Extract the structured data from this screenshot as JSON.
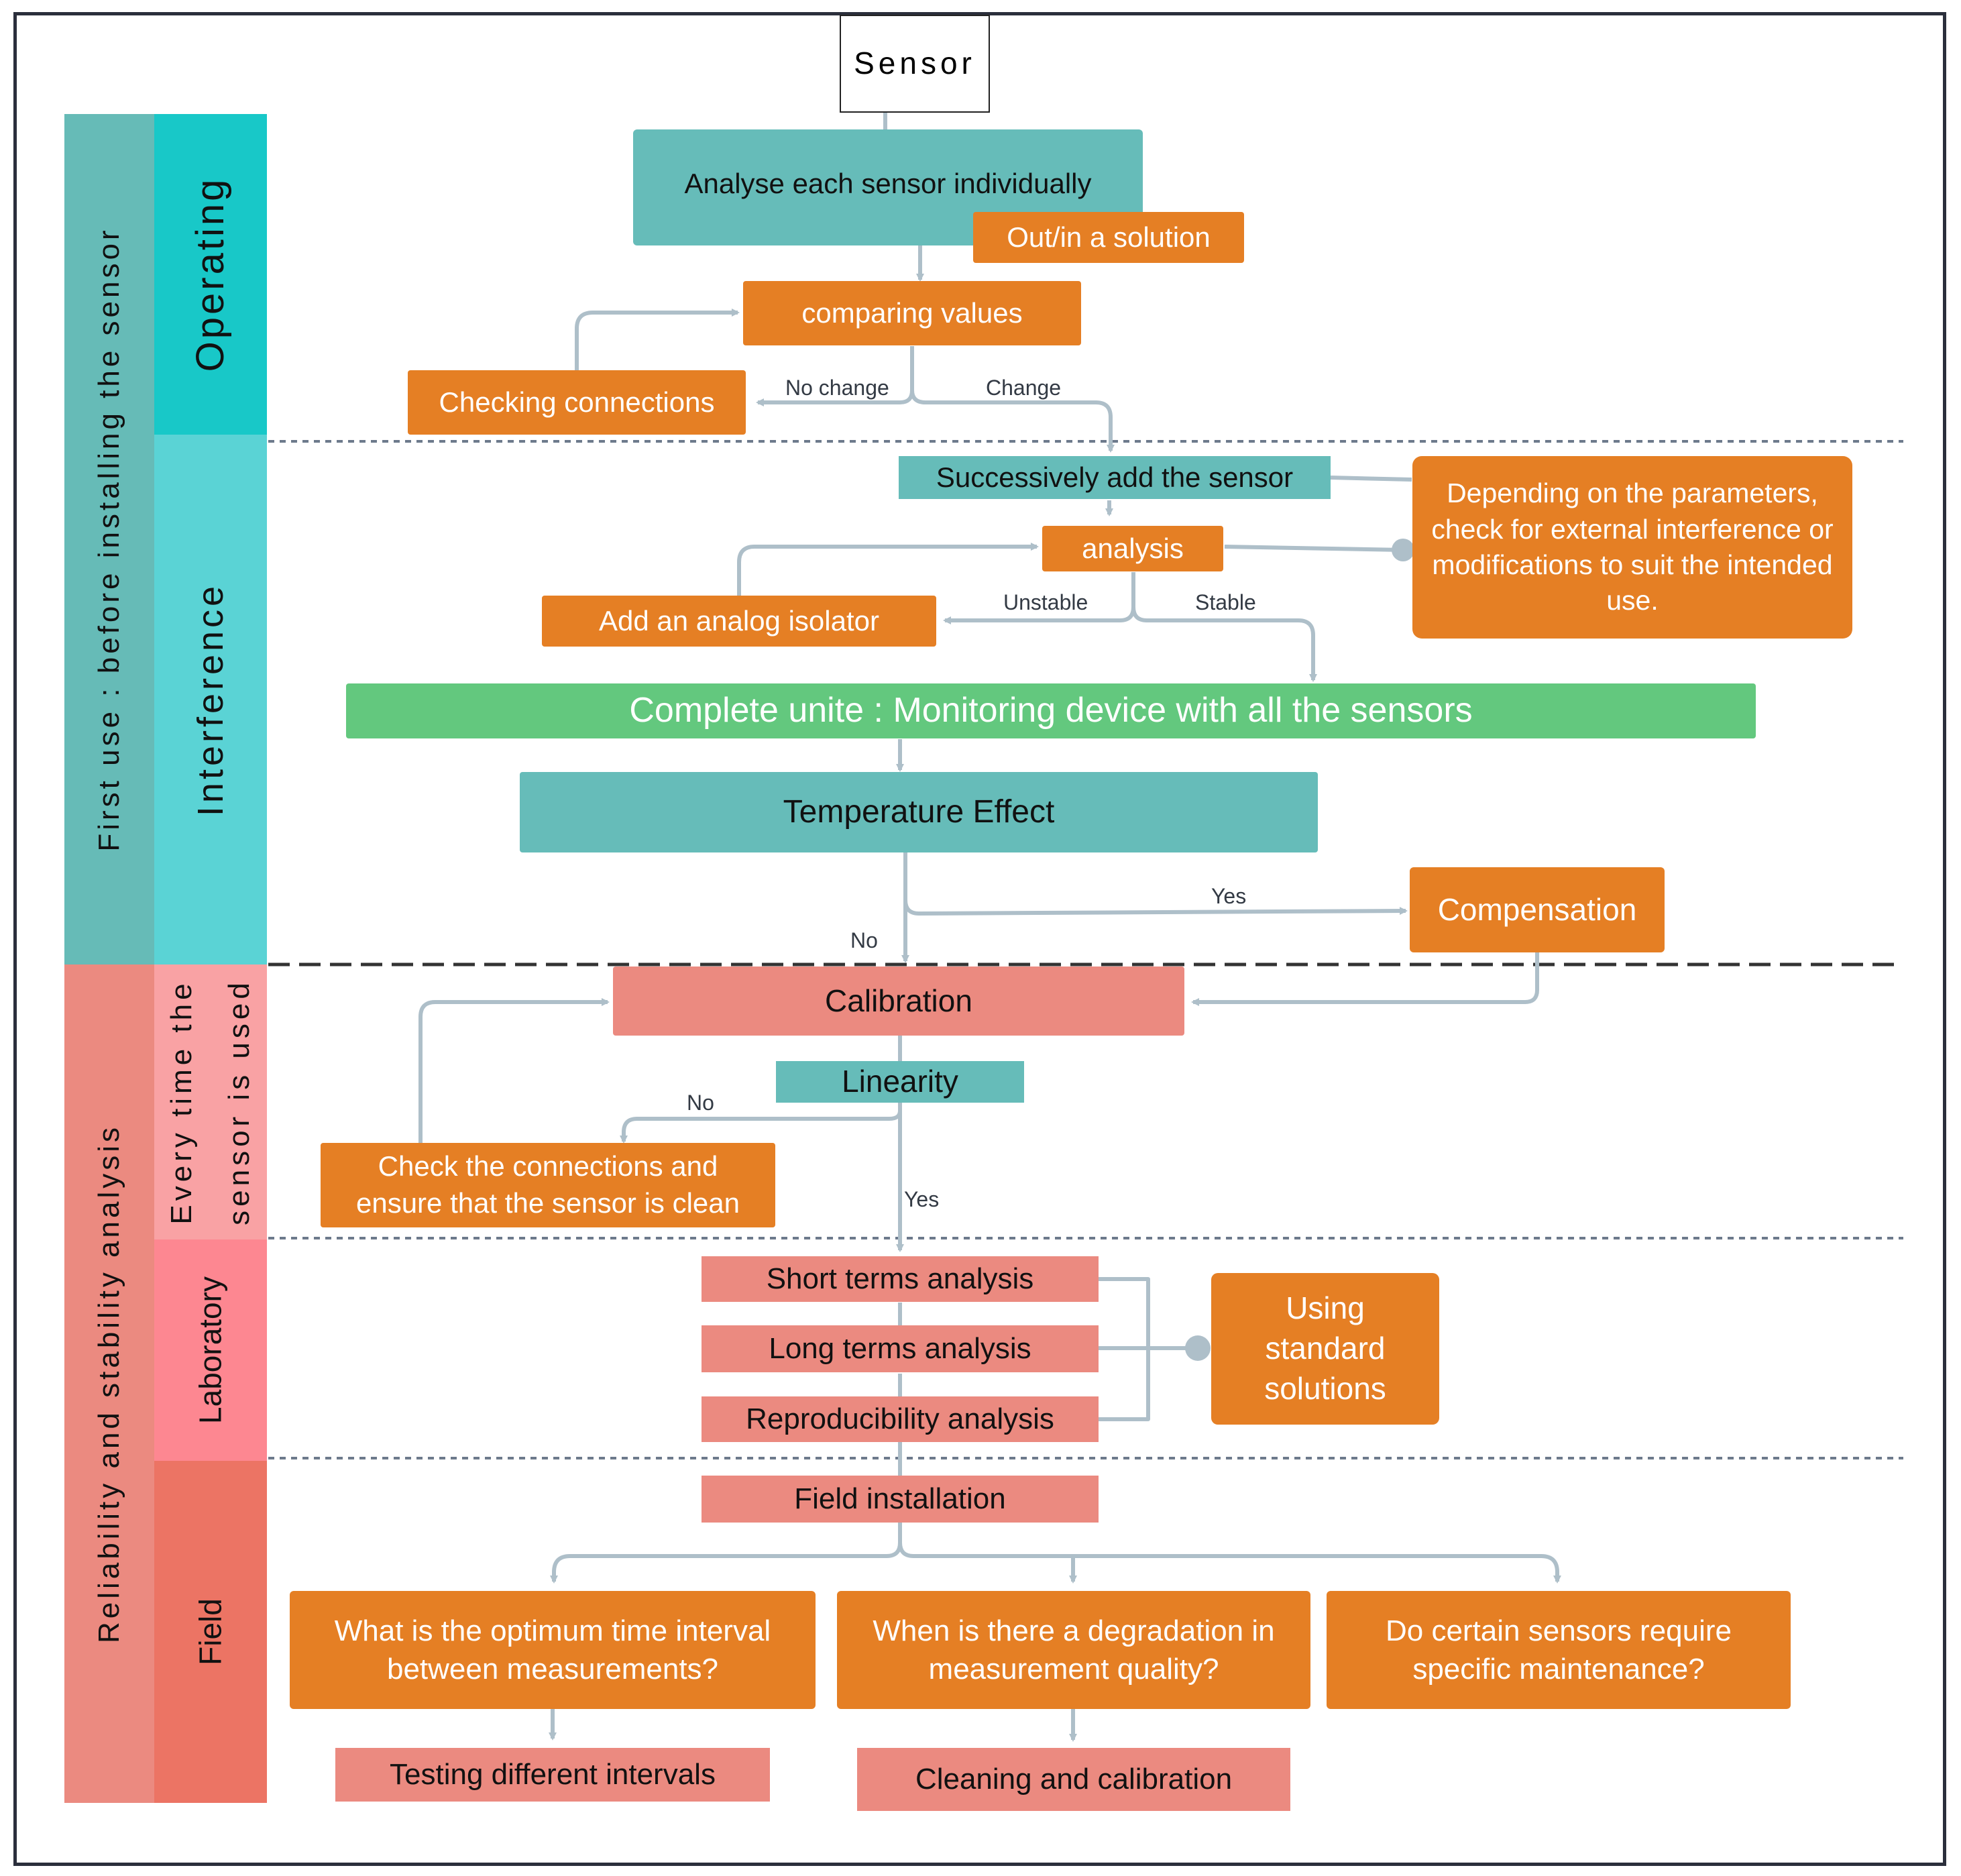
{
  "diagram": {
    "start_node": "Sensor",
    "phases": [
      {
        "label": "First use : before installing the sensor",
        "color": "#66bbb7"
      },
      {
        "label": "Reliability and stability analysis",
        "color": "#eb8a80"
      }
    ],
    "stages": [
      {
        "label": "Operating",
        "color": "#18c8c8"
      },
      {
        "label": "Interference",
        "color": "#5ad3d5"
      },
      {
        "label": "Every time the\nsensor is used",
        "color": "#f9a2a4"
      },
      {
        "label": "Laboratory",
        "color": "#fd8791"
      },
      {
        "label": "Field",
        "color": "#ec7464"
      }
    ],
    "nodes": {
      "analyse": "Analyse each sensor individually",
      "solution": "Out/in a solution",
      "comparing": "comparing values",
      "checking": "Checking connections",
      "successive": "Successively add the sensor",
      "params": "Depending on the parameters, check for external interference or modifications to suit the intended use.",
      "analysis": "analysis",
      "isolator": "Add an analog isolator",
      "complete": "Complete unite : Monitoring device with all the sensors",
      "temperature": "Temperature Effect",
      "compensation": "Compensation",
      "calibration": "Calibration",
      "linearity": "Linearity",
      "check_clean": "Check the connections and ensure that the sensor is clean",
      "short_terms": "Short terms analysis",
      "long_terms": "Long terms analysis",
      "reproducibility": "Reproducibility analysis",
      "standard": "Using standard solutions",
      "field_install": "Field installation",
      "q_interval": "What is the optimum time interval between measurements?",
      "q_degradation": "When is there a degradation in measurement quality?",
      "q_maintenance": "Do certain sensors require specific maintenance?",
      "testing": "Testing different intervals",
      "cleaning": "Cleaning and calibration"
    },
    "edge_labels": {
      "no_change": "No change",
      "change": "Change",
      "unstable": "Unstable",
      "stable": "Stable",
      "yes_temp": "Yes",
      "no_temp": "No",
      "no_linearity": "No",
      "yes_linearity": "Yes"
    },
    "colors": {
      "orange": "#e57f24",
      "teal": "#66bcb9",
      "salmon": "#eb8a80",
      "green": "#63c87e",
      "connector": "#aebfc9"
    }
  }
}
